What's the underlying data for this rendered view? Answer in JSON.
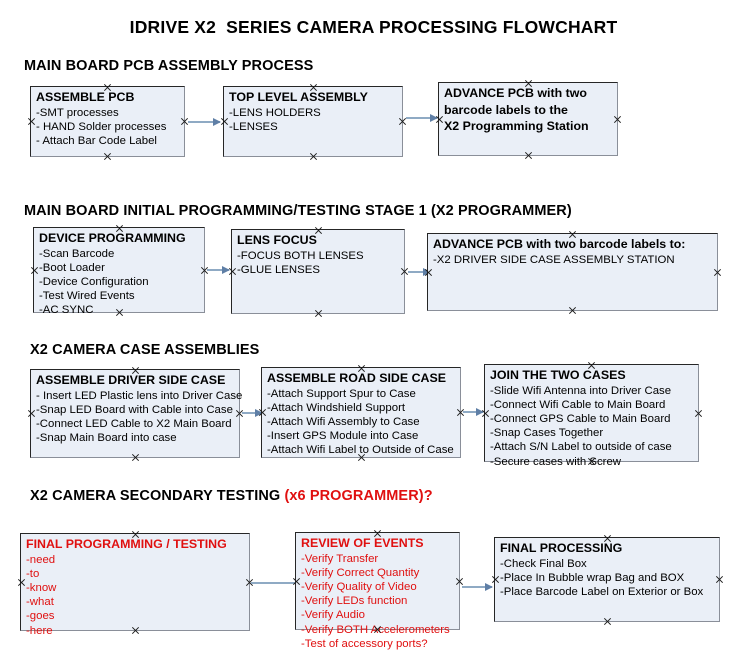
{
  "document": {
    "title": "IDRIVE X2  SERIES CAMERA PROCESSING FLOWCHART",
    "accent_color": "#e01010",
    "node_fill": "#eaeff7",
    "node_border": "#262626",
    "connector_color": "#8faac4"
  },
  "sections": [
    {
      "id": "s1",
      "header": "MAIN BOARD PCB ASSEMBLY PROCESS",
      "accent": ""
    },
    {
      "id": "s2",
      "header": "MAIN BOARD INITIAL PROGRAMMING/TESTING STAGE 1 (X2 PROGRAMMER)",
      "accent": ""
    },
    {
      "id": "s3",
      "header": "X2 CAMERA CASE ASSEMBLIES",
      "accent": ""
    },
    {
      "id": "s4",
      "header": "X2 CAMERA SECONDARY TESTING ",
      "accent": "(x6 PROGRAMMER)?"
    }
  ],
  "nodes": {
    "assemble_pcb": {
      "title": "ASSEMBLE PCB",
      "lines": [
        "-SMT processes",
        "- HAND Solder processes",
        "- Attach Bar Code Label"
      ]
    },
    "top_level_assembly": {
      "title": "TOP LEVEL ASSEMBLY",
      "lines": [
        "-LENS HOLDERS",
        "-LENSES"
      ]
    },
    "advance_pcb_x2_prog": {
      "title": "ADVANCE PCB with two",
      "lines": [
        "barcode labels to the",
        " X2 Programming Station"
      ]
    },
    "device_programming": {
      "title": "DEVICE PROGRAMMING",
      "lines": [
        "-Scan Barcode",
        "-Boot Loader",
        "-Device Configuration",
        "-Test Wired Events",
        "-AC SYNC"
      ]
    },
    "lens_focus": {
      "title": "LENS FOCUS",
      "lines": [
        "-FOCUS BOTH LENSES",
        "-GLUE LENSES"
      ]
    },
    "advance_pcb_driver_case": {
      "title": "ADVANCE PCB with two barcode labels to:",
      "lines": [
        "-X2 DRIVER  SIDE  CASE  ASSEMBLY STATION"
      ]
    },
    "assemble_driver_side_case": {
      "title": "ASSEMBLE DRIVER SIDE CASE",
      "lines": [
        "- Insert LED Plastic lens into Driver Case",
        "-Snap LED Board with Cable into Case",
        "-Connect LED Cable to X2 Main Board",
        "-Snap Main Board into case"
      ]
    },
    "assemble_road_side_case": {
      "title": "ASSEMBLE ROAD SIDE CASE",
      "lines": [
        "-Attach Support Spur to Case",
        "-Attach Windshield Support",
        "-Attach Wifi Assembly to Case",
        "-Insert GPS Module into Case",
        "-Attach Wifi Label to Outside of Case"
      ]
    },
    "join_the_two_cases": {
      "title": "JOIN THE TWO CASES",
      "lines": [
        "-Slide Wifi Antenna into Driver Case",
        "-Connect Wifi Cable to Main Board",
        "-Connect GPS Cable to Main Board",
        "-Snap Cases Together",
        "-Attach S/N Label to outside of case",
        "-Secure cases with Screw"
      ]
    },
    "final_programming_testing": {
      "title": "FINAL PROGRAMMING / TESTING",
      "lines": [
        "-need",
        "-to",
        "-know",
        "-what",
        "-goes",
        "-here"
      ]
    },
    "review_of_events": {
      "title": "REVIEW OF EVENTS",
      "lines": [
        "-Verify Transfer",
        "-Verify Correct Quantity",
        "-Verify Quality of Video",
        "-Verify LEDs function",
        "-Verify Audio",
        "-Verify BOTH Accelerometers",
        "-Test of accessory ports?"
      ]
    },
    "final_processing": {
      "title": "FINAL PROCESSING",
      "lines": [
        "-Check Final Box",
        "-Place In Bubble wrap Bag and BOX",
        "-Place Barcode Label on Exterior or Box"
      ]
    }
  }
}
